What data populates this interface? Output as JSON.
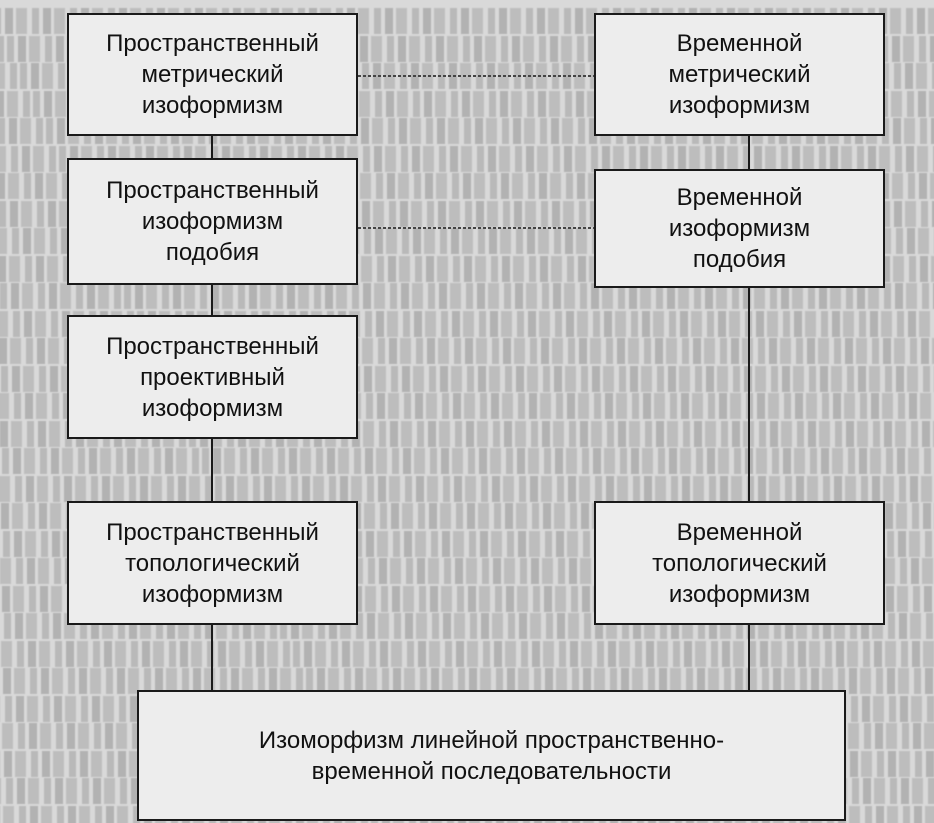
{
  "diagram": {
    "boxes": {
      "spatial_metric": "Пространственный\nметрический\nизоформизм",
      "temporal_metric": "Временной\nметрический\nизоформизм",
      "spatial_similarity": "Пространственный\nизоформизм\nподобия",
      "temporal_similarity": "Временной\nизоформизм\nподобия",
      "spatial_projective": "Пространственный\nпроективный\nизоформизм",
      "spatial_topological": "Пространственный\nтопологический\nизоформизм",
      "temporal_topological": "Временной\nтопологический\nизоформизм",
      "isomorphism": "Изоморфизм линейной пространственно-\nвременной последовательности"
    },
    "line_color": "#1a1a1a",
    "box_fill": "#ededed",
    "page_fill": "#d9d9d9"
  }
}
